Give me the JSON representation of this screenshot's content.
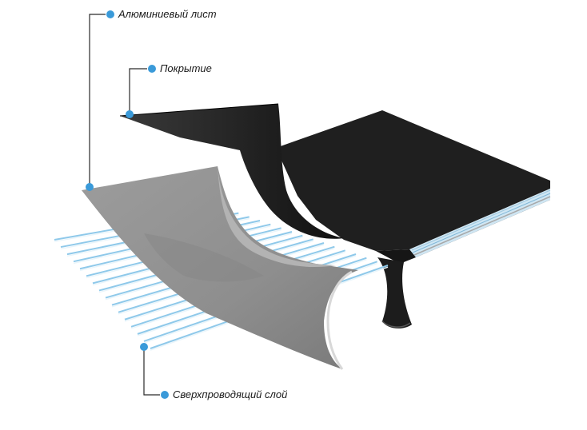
{
  "labels": {
    "aluminum_sheet": "Алюминиевый лист",
    "coating": "Покрытие",
    "superconducting_layer": "Сверхпроводящий слой"
  },
  "colors": {
    "dark_layer": "#1e1e1e",
    "gray_layer": "#9a9a9a",
    "stripe_blue": "#8fc9ea",
    "dot_blue": "#3a9ad9",
    "leader_line": "#2a2a2a"
  }
}
